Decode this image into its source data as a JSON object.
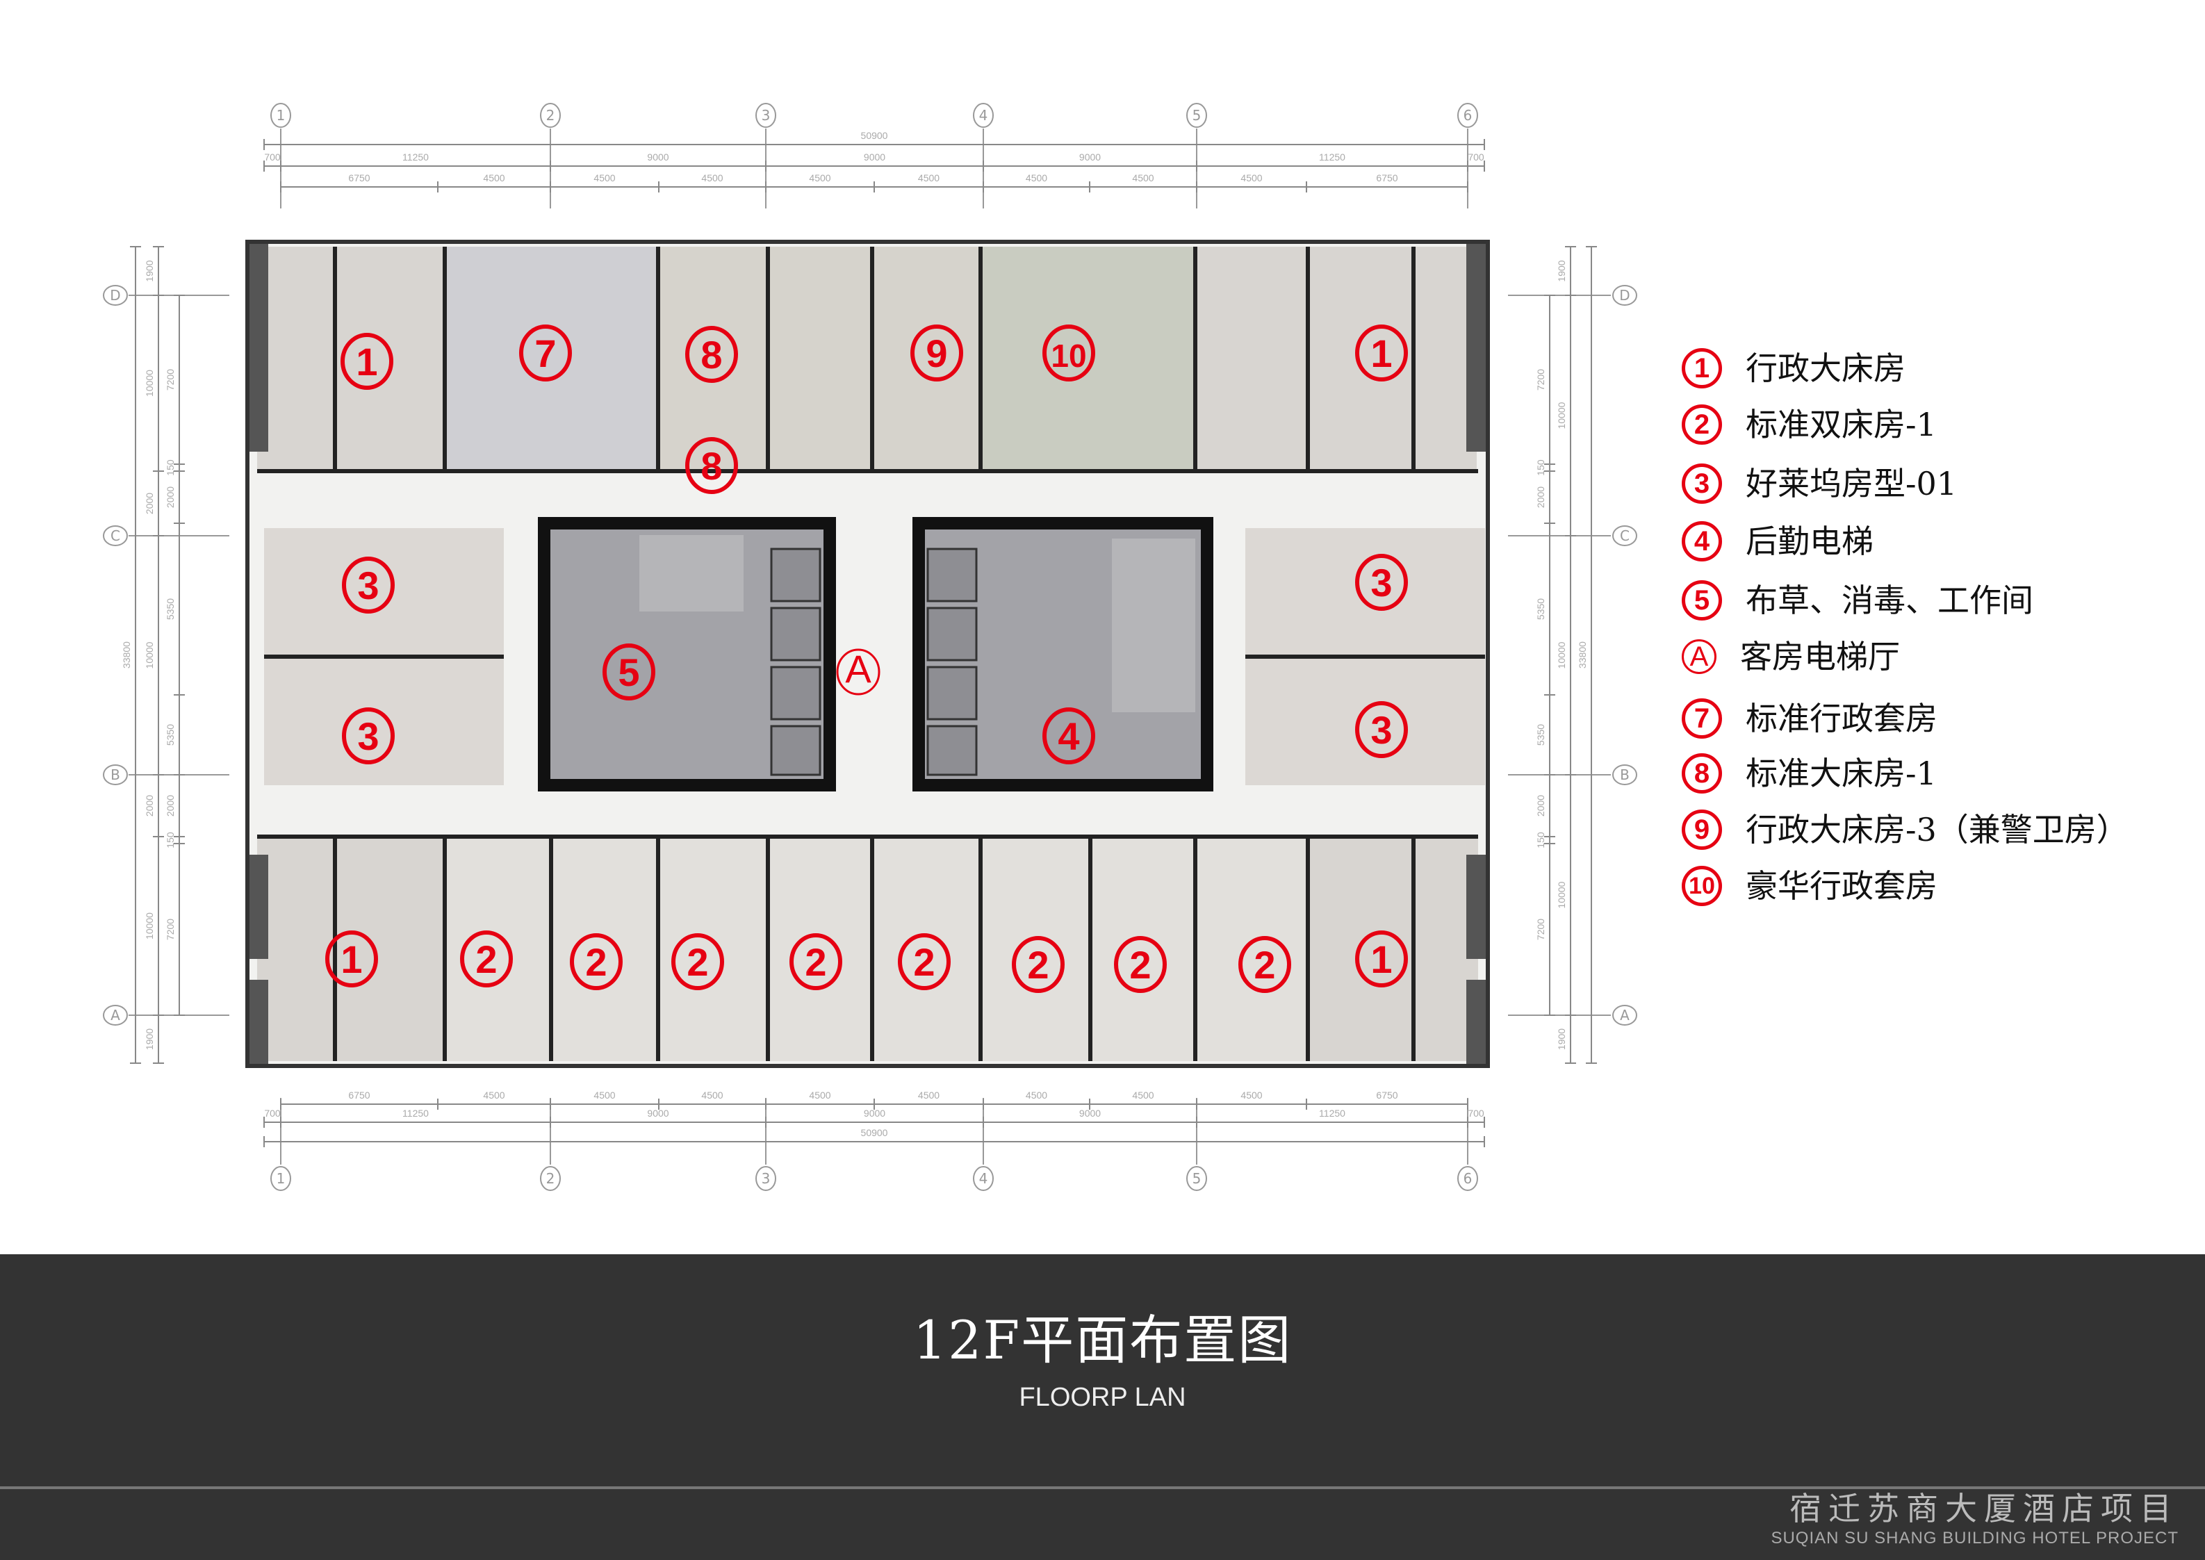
{
  "colors": {
    "marker": "#e60012",
    "footer_bg": "#333333",
    "wall": "#111111",
    "core_fill": "#a3a3a8",
    "room_fill": "#d8d5d1",
    "suite_fill": "#cfcfd3",
    "lux_fill": "#c9ccc1",
    "corridor": "#f2f2f0"
  },
  "grid": {
    "columns": [
      "1",
      "2",
      "3",
      "4",
      "5",
      "6"
    ],
    "rows": [
      "D",
      "C",
      "B",
      "A"
    ]
  },
  "dimensions": {
    "top_total": "50900",
    "top_bays": [
      "700",
      "11250",
      "9000",
      "9000",
      "9000",
      "11250",
      "700"
    ],
    "top_sub": [
      "6750",
      "4500",
      "4500",
      "4500",
      "4500",
      "4500",
      "4500",
      "4500",
      "4500",
      "6750"
    ],
    "bottom_total": "50900",
    "bottom_bays": [
      "700",
      "11250",
      "9000",
      "9000",
      "9000",
      "11250",
      "700"
    ],
    "bottom_sub": [
      "6750",
      "4500",
      "4500",
      "4500",
      "4500",
      "4500",
      "4500",
      "4500",
      "4500",
      "6750"
    ],
    "left_outer": "33800",
    "left_mid": [
      "1900",
      "10000",
      "2000",
      "10000",
      "2000",
      "10000",
      "1900"
    ],
    "left_inner": [
      "7200",
      "150",
      "2000",
      "5350",
      "5350",
      "2000",
      "150",
      "7200"
    ],
    "right_outer": "33800",
    "right_mid": [
      "1900",
      "10000",
      "10000",
      "10000",
      "1900"
    ],
    "right_inner": [
      "7200",
      "150",
      "2000",
      "5350",
      "5350",
      "2000",
      "150",
      "7200"
    ]
  },
  "plan_markers": [
    {
      "label": "1",
      "room": "top-left"
    },
    {
      "label": "7",
      "room": "top"
    },
    {
      "label": "8",
      "room": "top"
    },
    {
      "label": "8",
      "room": "top-bath"
    },
    {
      "label": "9",
      "room": "top"
    },
    {
      "label": "10",
      "room": "top"
    },
    {
      "label": "1",
      "room": "top-right"
    },
    {
      "label": "3",
      "room": "mid-left-upper"
    },
    {
      "label": "3",
      "room": "mid-left-lower"
    },
    {
      "label": "5",
      "room": "core-left"
    },
    {
      "label": "A",
      "room": "lobby"
    },
    {
      "label": "4",
      "room": "core-right"
    },
    {
      "label": "3",
      "room": "mid-right-upper"
    },
    {
      "label": "3",
      "room": "mid-right-lower"
    },
    {
      "label": "1",
      "room": "bottom-left"
    },
    {
      "label": "2",
      "room": "bottom"
    },
    {
      "label": "2",
      "room": "bottom"
    },
    {
      "label": "2",
      "room": "bottom"
    },
    {
      "label": "2",
      "room": "bottom"
    },
    {
      "label": "2",
      "room": "bottom"
    },
    {
      "label": "2",
      "room": "bottom"
    },
    {
      "label": "2",
      "room": "bottom"
    },
    {
      "label": "2",
      "room": "bottom"
    },
    {
      "label": "1",
      "room": "bottom-right"
    }
  ],
  "legend": [
    {
      "mark": "1",
      "text": "行政大床房"
    },
    {
      "mark": "2",
      "text": "标准双床房-1"
    },
    {
      "mark": "3",
      "text": "好莱坞房型-01"
    },
    {
      "mark": "4",
      "text": "后勤电梯"
    },
    {
      "mark": "5",
      "text": "布草、消毒、工作间"
    },
    {
      "mark": "A",
      "text": "客房电梯厅"
    },
    {
      "mark": "7",
      "text": "标准行政套房"
    },
    {
      "mark": "8",
      "text": "标准大床房-1"
    },
    {
      "mark": "9",
      "text": "行政大床房-3（兼警卫房）"
    },
    {
      "mark": "10",
      "text": "豪华行政套房"
    }
  ],
  "footer": {
    "title": "12F平面布置图",
    "subtitle": "FLOORP LAN",
    "project_cn": "宿迁苏商大厦酒店项目",
    "project_en": "SUQIAN SU SHANG BUILDING HOTEL PROJECT"
  }
}
